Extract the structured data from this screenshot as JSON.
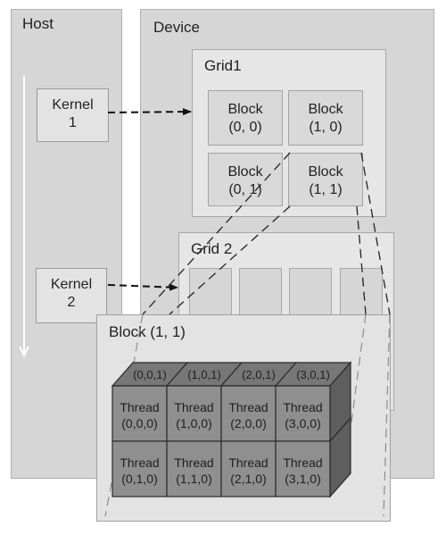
{
  "host": {
    "label": "Host"
  },
  "device": {
    "label": "Device"
  },
  "kernels": [
    {
      "line1": "Kernel",
      "line2": "1"
    },
    {
      "line1": "Kernel",
      "line2": "2"
    }
  ],
  "grid1": {
    "label": "Grid1",
    "blocks": [
      {
        "line1": "Block",
        "line2": "(0, 0)"
      },
      {
        "line1": "Block",
        "line2": "(1, 0)"
      },
      {
        "line1": "Block",
        "line2": "(0, 1)"
      },
      {
        "line1": "Block",
        "line2": "(1, 1)"
      }
    ]
  },
  "grid2": {
    "label": "Grid 2"
  },
  "block_detail": {
    "label": "Block (1, 1)",
    "back_row": [
      "(0,0,1)",
      "(1,0,1)",
      "(2,0,1)",
      "(3,0,1)"
    ],
    "threads": [
      {
        "name": "Thread",
        "coord": "(0,0,0)"
      },
      {
        "name": "Thread",
        "coord": "(1,0,0)"
      },
      {
        "name": "Thread",
        "coord": "(2,0,0)"
      },
      {
        "name": "Thread",
        "coord": "(3,0,0)"
      },
      {
        "name": "Thread",
        "coord": "(0,1,0)"
      },
      {
        "name": "Thread",
        "coord": "(1,1,0)"
      },
      {
        "name": "Thread",
        "coord": "(2,1,0)"
      },
      {
        "name": "Thread",
        "coord": "(3,1,0)"
      }
    ]
  },
  "colors": {
    "panel": "#d6d6d6",
    "thread_front": "#8f8f8f",
    "thread_top": "#777777",
    "thread_side": "#5e5e5e"
  }
}
